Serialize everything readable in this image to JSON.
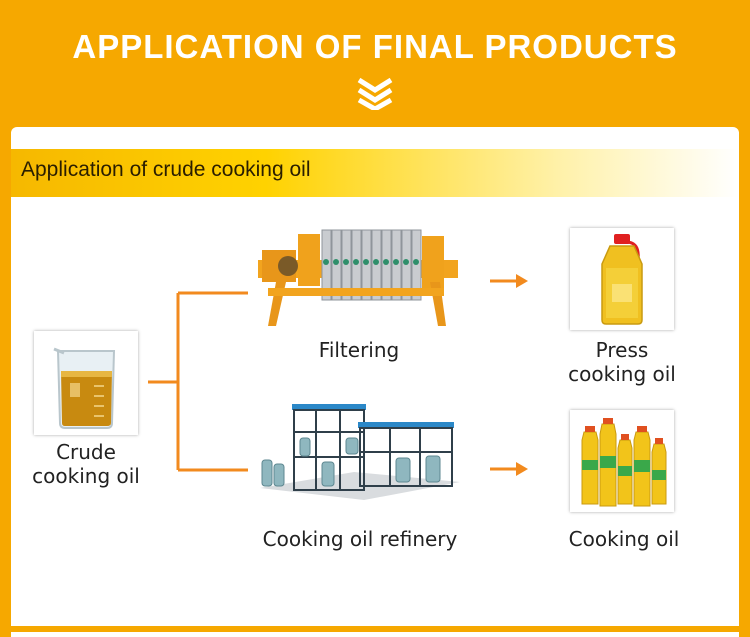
{
  "header": {
    "title": "APPLICATION OF FINAL PRODUCTS"
  },
  "section": {
    "title": "Application of crude cooking oil"
  },
  "nodes": {
    "crude": {
      "line1": "Crude",
      "line2": "cooking oil"
    },
    "filtering": {
      "label": "Filtering"
    },
    "refinery": {
      "label": "Cooking oil refinery"
    },
    "press": {
      "line1": "Press",
      "line2": "cooking oil"
    },
    "cooking": {
      "label": "Cooking oil"
    }
  },
  "colors": {
    "background": "#f6a800",
    "arrow": "#f28a1e",
    "connector": "#f28a1e"
  }
}
